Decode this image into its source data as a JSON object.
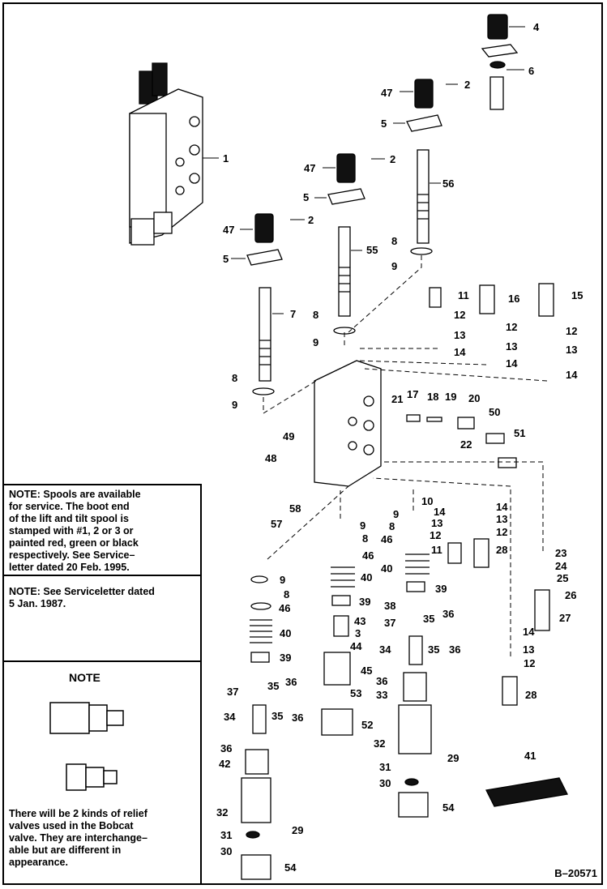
{
  "callouts": {
    "c1": "1",
    "c2": "2",
    "c3": "3",
    "c4": "4",
    "c5": "5",
    "c6": "6",
    "c7": "7",
    "c8": "8",
    "c9": "9",
    "c10": "10",
    "c11": "11",
    "c12": "12",
    "c13": "13",
    "c14": "14",
    "c15": "15",
    "c16": "16",
    "c17": "17",
    "c18": "18",
    "c19": "19",
    "c20": "20",
    "c21": "21",
    "c22": "22",
    "c23": "23",
    "c24": "24",
    "c25": "25",
    "c26": "26",
    "c27": "27",
    "c28": "28",
    "c29": "29",
    "c30": "30",
    "c31": "31",
    "c32": "32",
    "c33": "33",
    "c34": "34",
    "c35": "35",
    "c36": "36",
    "c37": "37",
    "c38": "38",
    "c39": "39",
    "c40": "40",
    "c41": "41",
    "c42": "42",
    "c43": "43",
    "c44": "44",
    "c45": "45",
    "c46": "46",
    "c47": "47",
    "c48": "48",
    "c49": "49",
    "c50": "50",
    "c51": "51",
    "c52": "52",
    "c53": "53",
    "c54": "54",
    "c55": "55",
    "c56": "56",
    "c57": "57",
    "c58": "58"
  },
  "notes": {
    "spools": "NOTE: Spools are available\nfor service. The boot end\nof the lift and tilt spool is\nstamped with #1, 2 or 3 or\npainted red, green or black\nrespectively. See Service–\nletter dated 20 Feb. 1995.",
    "serviceletter": "NOTE: See Serviceletter dated\n5 Jan. 1987.",
    "relief_heading": "NOTE",
    "relief_text": "There will be 2 kinds of relief\nvalves used in the Bobcat\nvalve. They are interchange–\nable but are different in\nappearance."
  },
  "document_number": "B–20571"
}
